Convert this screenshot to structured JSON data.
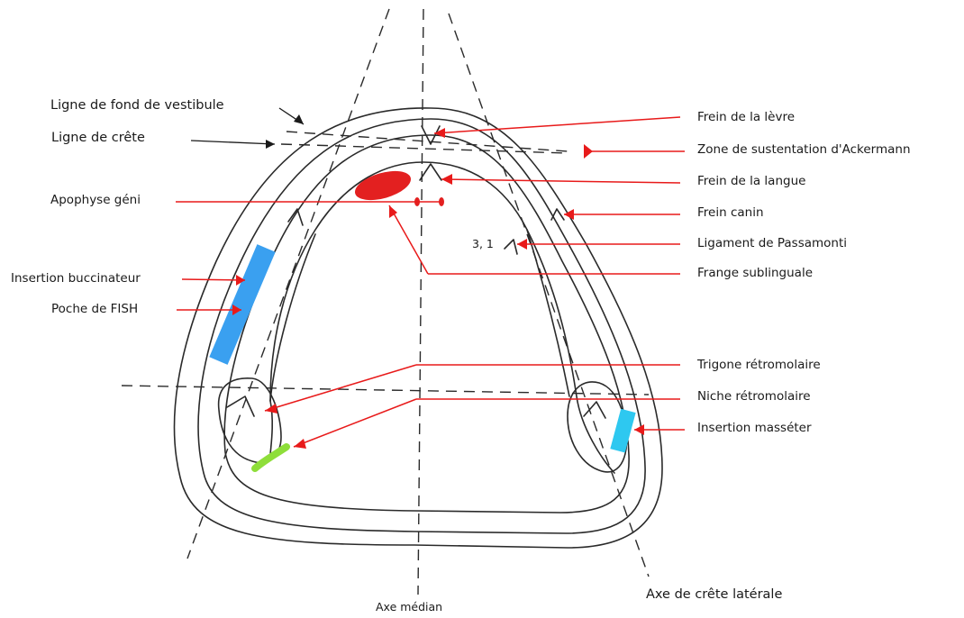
{
  "labels_left": {
    "ligne_fond_vestibule": "Ligne de fond de vestibule",
    "ligne_crete": "Ligne de crête",
    "apophyse_geni": "Apophyse géni",
    "insertion_buccinateur": "Insertion buccinateur",
    "poche_fish": "Poche de FISH"
  },
  "labels_right": {
    "frein_levre": "Frein de la lèvre",
    "zone_sustentation": "Zone de sustentation d'Ackermann",
    "frein_langue": "Frein de la langue",
    "frein_canin": "Frein canin",
    "ligament_passamonti": "Ligament de Passamonti",
    "frange_sublinguale": "Frange sublinguale",
    "trigone_retromolaire": "Trigone rétromolaire",
    "niche_retromolaire": "Niche rétromolaire",
    "insertion_masseter": "Insertion masséter"
  },
  "labels_bottom": {
    "axe_median": "Axe médian",
    "axe_crete_laterale": "Axe de crête latérale"
  },
  "annotations": {
    "number_31": "3, 1"
  },
  "colors": {
    "arrow_red": "#e81a1a",
    "outline": "#2a2a2a",
    "buccinateur_blue": "#3aa0f0",
    "masseter_cyan": "#2ec8f0",
    "retromolar_green": "#8ede3a",
    "geni_red": "#e32020"
  }
}
